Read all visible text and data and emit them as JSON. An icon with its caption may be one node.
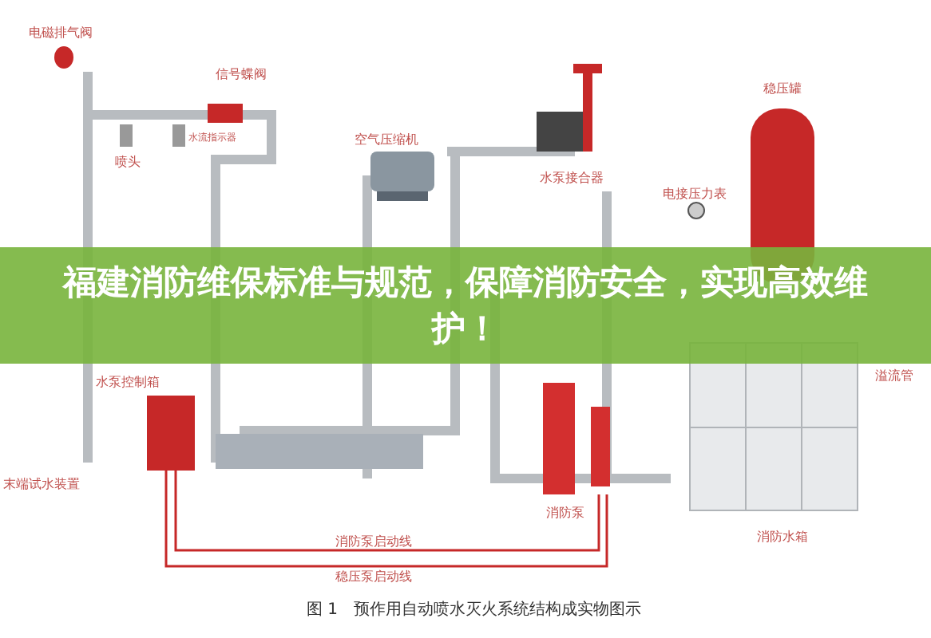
{
  "diagram": {
    "title": "福建消防维保标准与规范，保障消防安全，实现高效维护！",
    "caption": "图 1　预作用自动喷水灭火系统结构成实物图示",
    "labels": [
      "电磁排气阀",
      "信号蝶阀",
      "水流指示器",
      "喷头",
      "空气压缩机",
      "水泵接合器",
      "稳压罐",
      "电接压力表",
      "水泵控制箱",
      "末端试水装置",
      "溢流管",
      "消防泵",
      "消防水箱",
      "消防泵启动线",
      "稳压泵启动线"
    ]
  }
}
